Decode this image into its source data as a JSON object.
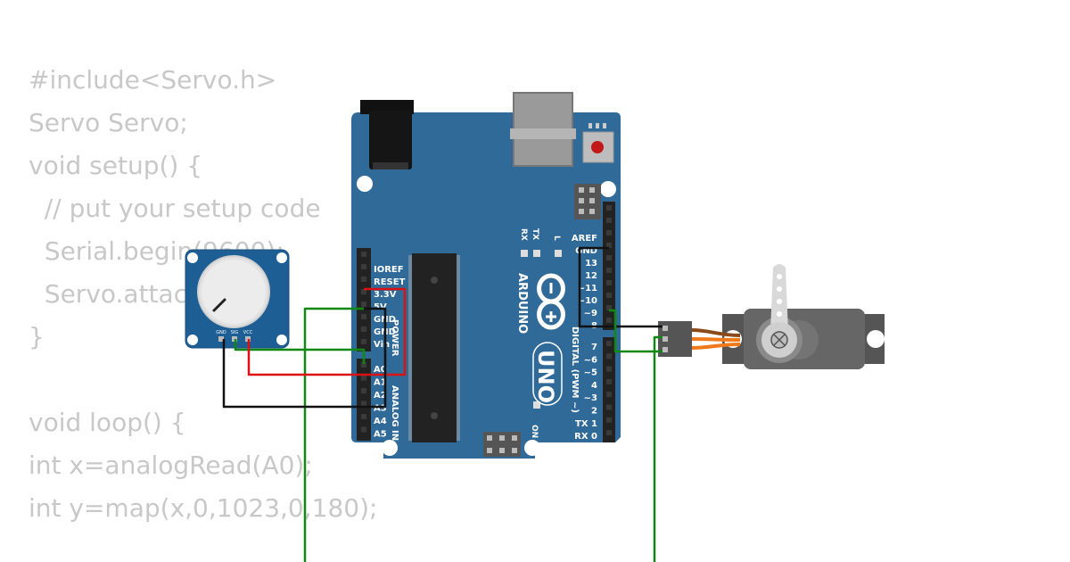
{
  "code_lines": [
    "#include<Servo.h>",
    "Servo Servo;",
    "void setup() {",
    "  // put your setup code",
    "  Serial.begin(9600);",
    "  Servo.attach",
    "}",
    "",
    "void loop() {",
    "int x=analogRead(A0);",
    "int y=map(x,0,1023,0,180);"
  ],
  "colors": {
    "code_text": "#c8c8c8",
    "board": "#2f6a99",
    "wire_green": "#118811",
    "wire_red": "#dd1111",
    "wire_black": "#111111",
    "servo_body": "#666666",
    "servo_orange": "#f07a1a"
  },
  "arduino": {
    "brand": "ARDUINO",
    "model": "UNO",
    "power_label": "POWER",
    "analog_label": "ANALOG IN",
    "digital_label": "DIGITAL (PWM ~)",
    "on_label": "ON",
    "tx_label": "TX",
    "rx_label": "RX",
    "l_label": "L",
    "power_pins": [
      "IOREF",
      "RESET",
      "3.3V",
      "5V",
      "GND",
      "GND",
      "Vin"
    ],
    "analog_pins": [
      "A0",
      "A1",
      "A2",
      "A3",
      "A4",
      "A5"
    ],
    "digital_pins_top": [
      "AREF",
      "GND",
      "13",
      "12",
      "~11",
      "~10",
      "~9",
      "8"
    ],
    "digital_pins_bottom": [
      "7",
      "~6",
      "~5",
      "4",
      "~3",
      "2",
      "TX 1",
      "RX 0"
    ]
  },
  "potentiometer": {
    "pins": [
      "GND",
      "SIG",
      "VCC"
    ]
  }
}
